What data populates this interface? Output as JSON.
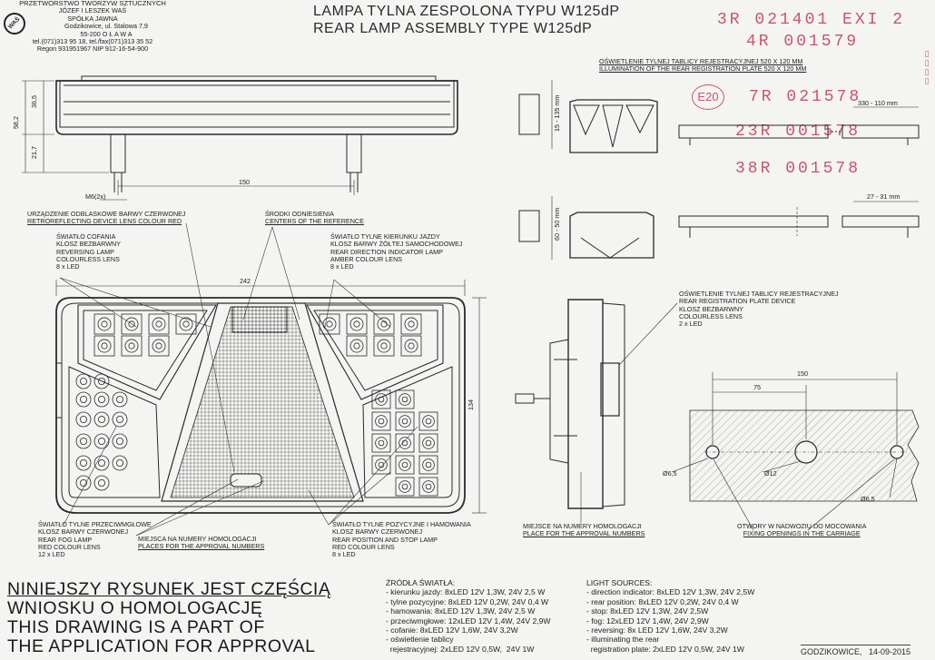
{
  "company": {
    "lines": [
      "PRZETWÓRSTWO TWORZYW SZTUCZNYCH",
      "JÓZEF I LESZEK WAŚ",
      "SPÓŁKA JAWNA",
      "Godzikowice, ul. Stalowa 7,9",
      "55-200  O Ł A W A",
      "tel.(071)313 95 18, tel./fax(071)313 35 52",
      "Regon 931951967 NIP 912-16-54-900"
    ],
    "logo_text": "WAŚ"
  },
  "title": {
    "pl": "LAMPA TYLNA ZESPOLONA TYPU W125dP",
    "en": "REAR LAMP ASSEMBLY TYPE W125dP"
  },
  "stamps": {
    "s1": "3R  021401  EXI 2",
    "s2": "4R  001579",
    "e20": "E20",
    "s3": "7R  021578",
    "s4": "23R  001578",
    "s5": "38R  001578"
  },
  "top_view_dims": {
    "d1": "36,5",
    "d2": "58,2",
    "d3": "21,7",
    "d4": "150",
    "d5": "M6(2x)"
  },
  "plate_illumination": {
    "pl": "OŚWIETLENIE TYLNEJ TABLICY REJESTRACYJNEJ 520 X 120 MM",
    "en": "ILLUMINATION OF THE REAR REGISTRATION PLATE 520 X 120 MM"
  },
  "side_dims": {
    "a": "15 - 135 mm",
    "b": "330 - 110 mm",
    "c": "60 - 50 mm",
    "d": "27 - 31 mm"
  },
  "labels": {
    "reflector": [
      "URZĄDZENIE ODBLASKOWE BARWY CZERWONEJ",
      "RETROREFLECTING DEVICE LENS COLOUR RED"
    ],
    "centers": [
      "ŚRODKI ODNIESIENIA",
      "CENTERS OF THE REFERENCE"
    ],
    "reversing": [
      "ŚWIATŁO COFANIA",
      "KLOSZ BEZBARWNY",
      "REVERSING LAMP",
      "COLOURLESS LENS",
      "8 x LED"
    ],
    "indicator": [
      "ŚWIATŁO TYLNE KIERUNKU JAZDY",
      "KLOSZ BARWY ŻÓŁTEJ SAMOCHODOWEJ",
      "REAR DIRECTION INDICATOR LAMP",
      "AMBER COLOUR LENS",
      "8 x LED"
    ],
    "fog": [
      "ŚWIATŁO TYLNE PRZECIWMGŁOWE",
      "KLOSZ BARWY CZERWONEJ",
      "REAR FOG LAMP",
      "RED COLOUR LENS",
      "12 x LED"
    ],
    "homolog_front": [
      "MIEJSCA NA NUMERY HOMOLOGACJI",
      "PLACES FOR THE APPROVAL NUMBERS"
    ],
    "position": [
      "ŚWIATŁO TYLNE POZYCYJNE I HAMOWANIA",
      "KLOSZ BARWY CZERWONEJ",
      "REAR POSITION AND STOP LAMP",
      "RED COLOUR LENS",
      "8 x LED"
    ],
    "plate_device": [
      "OŚWIETLENIE TYLNEJ TABLICY REJESTRACYJNEJ",
      "REAR REGISTRATION PLATE DEVICE",
      "KLOSZ BEZBARWNY",
      "COLOURLESS LENS",
      "2 x LED"
    ],
    "homolog_side": [
      "MIEJSCE NA NUMERY HOMOLOGACJI",
      "PLACE FOR THE APPROVAL NUMBERS"
    ],
    "openings": [
      "OTWORY W NADWOZIU DO MOCOWANIA",
      "FIXING OPENINGS IN THE CARRIAGE"
    ]
  },
  "front_dims": {
    "w": "242",
    "h": "134"
  },
  "mount_dims": {
    "a": "150",
    "b": "75",
    "c": "Ø6,5",
    "d": "Ø12",
    "e": "Ø6,5"
  },
  "notice": [
    "NINIEJSZY RYSUNEK JEST CZĘŚCIĄ",
    "WNIOSKU O  HOMOLOGACJĘ",
    "THIS DRAWING IS A PART OF",
    "THE APPLICATION FOR  APPROVAL"
  ],
  "sources_pl": {
    "title": "ŹRÓDŁA ŚWIATŁA:",
    "lines": [
      "- kierunku jazdy: 8xLED 12V 1,3W, 24V 2,5 W",
      "- tylne pozycyjne: 8xLED 12V 0,2W, 24V 0,4 W",
      "- hamowania: 8xLED 12V 1,3W, 24V 2,5 W",
      "- przeciwmgłowe: 12xLED 12V 1,4W, 24V 2,9W",
      "- cofanie: 8xLED 12V 1,6W, 24V 3,2W",
      "- oświetlenie tablicy",
      "  rejestracyjnej: 2xLED 12V 0,5W,  24V 1W"
    ]
  },
  "sources_en": {
    "title": "LIGHT SOURCES:",
    "lines": [
      "- direction indicator: 8xLED 12V 1,3W, 24V 2,5W",
      "- rear position: 8xLED 12V 0,2W, 24V 0,4 W",
      "- stop: 8xLED 12V  1,3W, 24V 2,5W",
      "- fog: 12xLED 12V 1,4W, 24V 2,9W",
      "- reversing: 8x LED 12V 1,6W, 24V 3,2W",
      "- illuminating the rear",
      "  registration plate: 2xLED 12V 0,5W, 24V 1W"
    ]
  },
  "footer": "GODZIKOWICE,   14-09-2015"
}
